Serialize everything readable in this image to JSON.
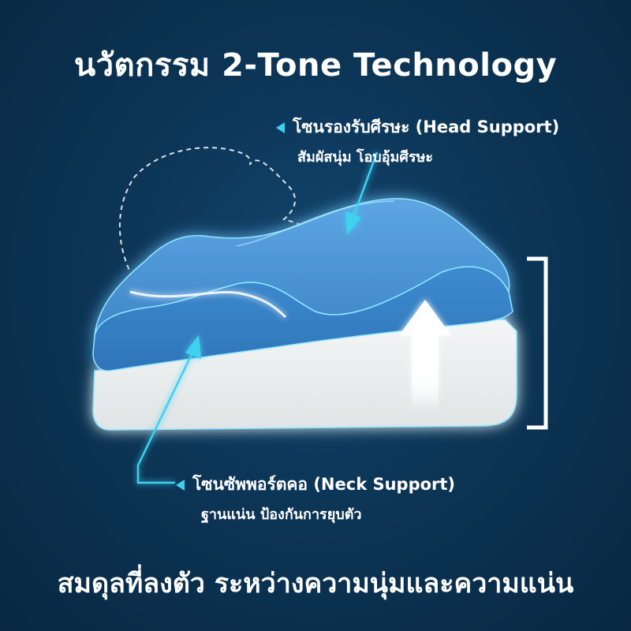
{
  "title": "นวัตกรรม 2-Tone Technology",
  "head_support": {
    "label": "โซนรองรับศีรษะ (Head Support)",
    "description": "สัมผัสนุ่ม โอบอุ้มศีรษะ"
  },
  "neck_support": {
    "label": "โซนซัพพอร์ตคอ (Neck Support)",
    "description": "ฐานแน่น ป้องกันการยุบตัว"
  },
  "footer": "สมดุลที่ลงตัว ระหว่างความนุ่มและความแน่น",
  "colors": {
    "background": "#0c3556",
    "foam_blue": "#4a8fd0",
    "foam_white": "#eef0f0",
    "accent_cyan": "#3fd0f0"
  },
  "icons": {
    "callout_marker": "triangle-left-icon",
    "height_bracket": "bracket-icon",
    "up_arrow": "arrow-up-icon"
  }
}
